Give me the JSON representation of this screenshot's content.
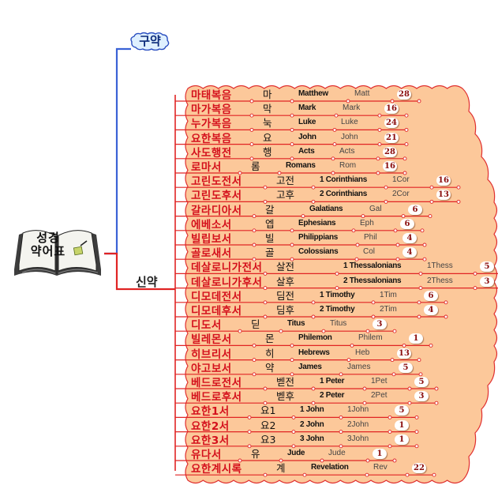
{
  "root": {
    "title_line1": "성경",
    "title_line2": "약어표"
  },
  "old_testament": {
    "label": "구약"
  },
  "new_testament": {
    "label": "신약",
    "books": [
      {
        "kr": "마태복음",
        "ab": "마",
        "en": "Matthew",
        "short": "Matt",
        "ch": "28"
      },
      {
        "kr": "마가복음",
        "ab": "막",
        "en": "Mark",
        "short": "Mark",
        "ch": "16"
      },
      {
        "kr": "누가복음",
        "ab": "눅",
        "en": "Luke",
        "short": "Luke",
        "ch": "24"
      },
      {
        "kr": "요한복음",
        "ab": "요",
        "en": "John",
        "short": "John",
        "ch": "21"
      },
      {
        "kr": "사도행전",
        "ab": "행",
        "en": "Acts",
        "short": "Acts",
        "ch": "28"
      },
      {
        "kr": "로마서",
        "ab": "롬",
        "en": "Romans",
        "short": "Rom",
        "ch": "16"
      },
      {
        "kr": "고린도전서",
        "ab": "고전",
        "en": "1 Corinthians",
        "short": "1Cor",
        "ch": "16"
      },
      {
        "kr": "고린도후서",
        "ab": "고후",
        "en": "2 Corinthians",
        "short": "2Cor",
        "ch": "13"
      },
      {
        "kr": "갈라디아서",
        "ab": "갈",
        "en": "Galatians",
        "short": "Gal",
        "ch": "6"
      },
      {
        "kr": "에베소서",
        "ab": "엡",
        "en": "Ephesians",
        "short": "Eph",
        "ch": "6"
      },
      {
        "kr": "빌립보서",
        "ab": "빌",
        "en": "Philippians",
        "short": "Phil",
        "ch": "4"
      },
      {
        "kr": "골로새서",
        "ab": "골",
        "en": "Colossians",
        "short": "Col",
        "ch": "4"
      },
      {
        "kr": "데살로니가전서",
        "ab": "살전",
        "en": "1 Thessalonians",
        "short": "1Thess",
        "ch": "5"
      },
      {
        "kr": "데살로니가후서",
        "ab": "살후",
        "en": "2 Thessalonians",
        "short": "2Thess",
        "ch": "3"
      },
      {
        "kr": "디모데전서",
        "ab": "딤전",
        "en": "1 Timothy",
        "short": "1Tim",
        "ch": "6"
      },
      {
        "kr": "디모데후서",
        "ab": "딤후",
        "en": "2 Timothy",
        "short": "2Tim",
        "ch": "4"
      },
      {
        "kr": "디도서",
        "ab": "딛",
        "en": "Titus",
        "short": "Titus",
        "ch": "3"
      },
      {
        "kr": "빌레몬서",
        "ab": "몬",
        "en": "Philemon",
        "short": "Philem",
        "ch": "1"
      },
      {
        "kr": "히브리서",
        "ab": "히",
        "en": "Hebrews",
        "short": "Heb",
        "ch": "13"
      },
      {
        "kr": "야고보서",
        "ab": "약",
        "en": "James",
        "short": "James",
        "ch": "5"
      },
      {
        "kr": "베드로전서",
        "ab": "벧전",
        "en": "1 Peter",
        "short": "1Pet",
        "ch": "5"
      },
      {
        "kr": "베드로후서",
        "ab": "벧후",
        "en": "2 Peter",
        "short": "2Pet",
        "ch": "3"
      },
      {
        "kr": "요한1서",
        "ab": "요1",
        "en": "1 John",
        "short": "1John",
        "ch": "5"
      },
      {
        "kr": "요한2서",
        "ab": "요2",
        "en": "2 John",
        "short": "2John",
        "ch": "1"
      },
      {
        "kr": "요한3서",
        "ab": "요3",
        "en": "3 John",
        "short": "3John",
        "ch": "1"
      },
      {
        "kr": "유다서",
        "ab": "유",
        "en": "Jude",
        "short": "Jude",
        "ch": "1"
      },
      {
        "kr": "요한계시록",
        "ab": "계",
        "en": "Revelation",
        "short": "Rev",
        "ch": "22"
      }
    ]
  },
  "colors": {
    "panel_fill": "#fcc89a",
    "panel_stroke": "#e03030",
    "ot_line": "#3a62d6",
    "nt_line": "#e02424",
    "book_title_color": "#d4101c",
    "chapter_text": "#8a0d0d"
  },
  "icons": {
    "root": "open-book-icon",
    "old_testament_node": "cloud-bubble-icon"
  }
}
